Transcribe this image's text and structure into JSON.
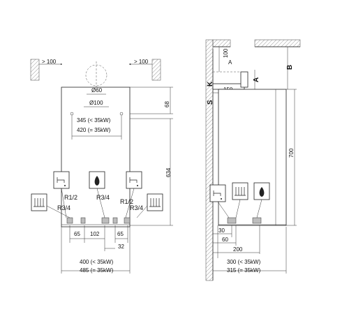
{
  "front": {
    "clear_left": "> 100",
    "clear_right": "> 100",
    "d60": "Ø60",
    "d100": "Ø100",
    "top_offset": "68",
    "h634": "634",
    "spacing_a": "345 (< 35kW)",
    "spacing_b": "420 (= 35kW)",
    "conn_r12": "R1/2",
    "conn_r34a": "R3/4",
    "conn_r34b": "R3/4",
    "conn_r12b": "R1/2",
    "conn_r34c": "R3/4",
    "d65a": "65",
    "d102": "102",
    "d65b": "65",
    "d32": "32",
    "width_a": "400 (< 35kW)",
    "width_b": "485 (= 35kW)"
  },
  "side": {
    "d100": "100",
    "labelA": "A",
    "labelA2": "A",
    "labelB": "B",
    "labelK": "K",
    "labelS": "S",
    "d150": "150",
    "d700": "700",
    "d30": "30",
    "d60": "60",
    "d200": "200",
    "depth_a": "300 (< 35kW)",
    "depth_b": "315 (= 35kW)"
  },
  "icons": {
    "hot_water": "tap-icon",
    "gas": "flame-icon",
    "heating": "radiator-icon"
  }
}
